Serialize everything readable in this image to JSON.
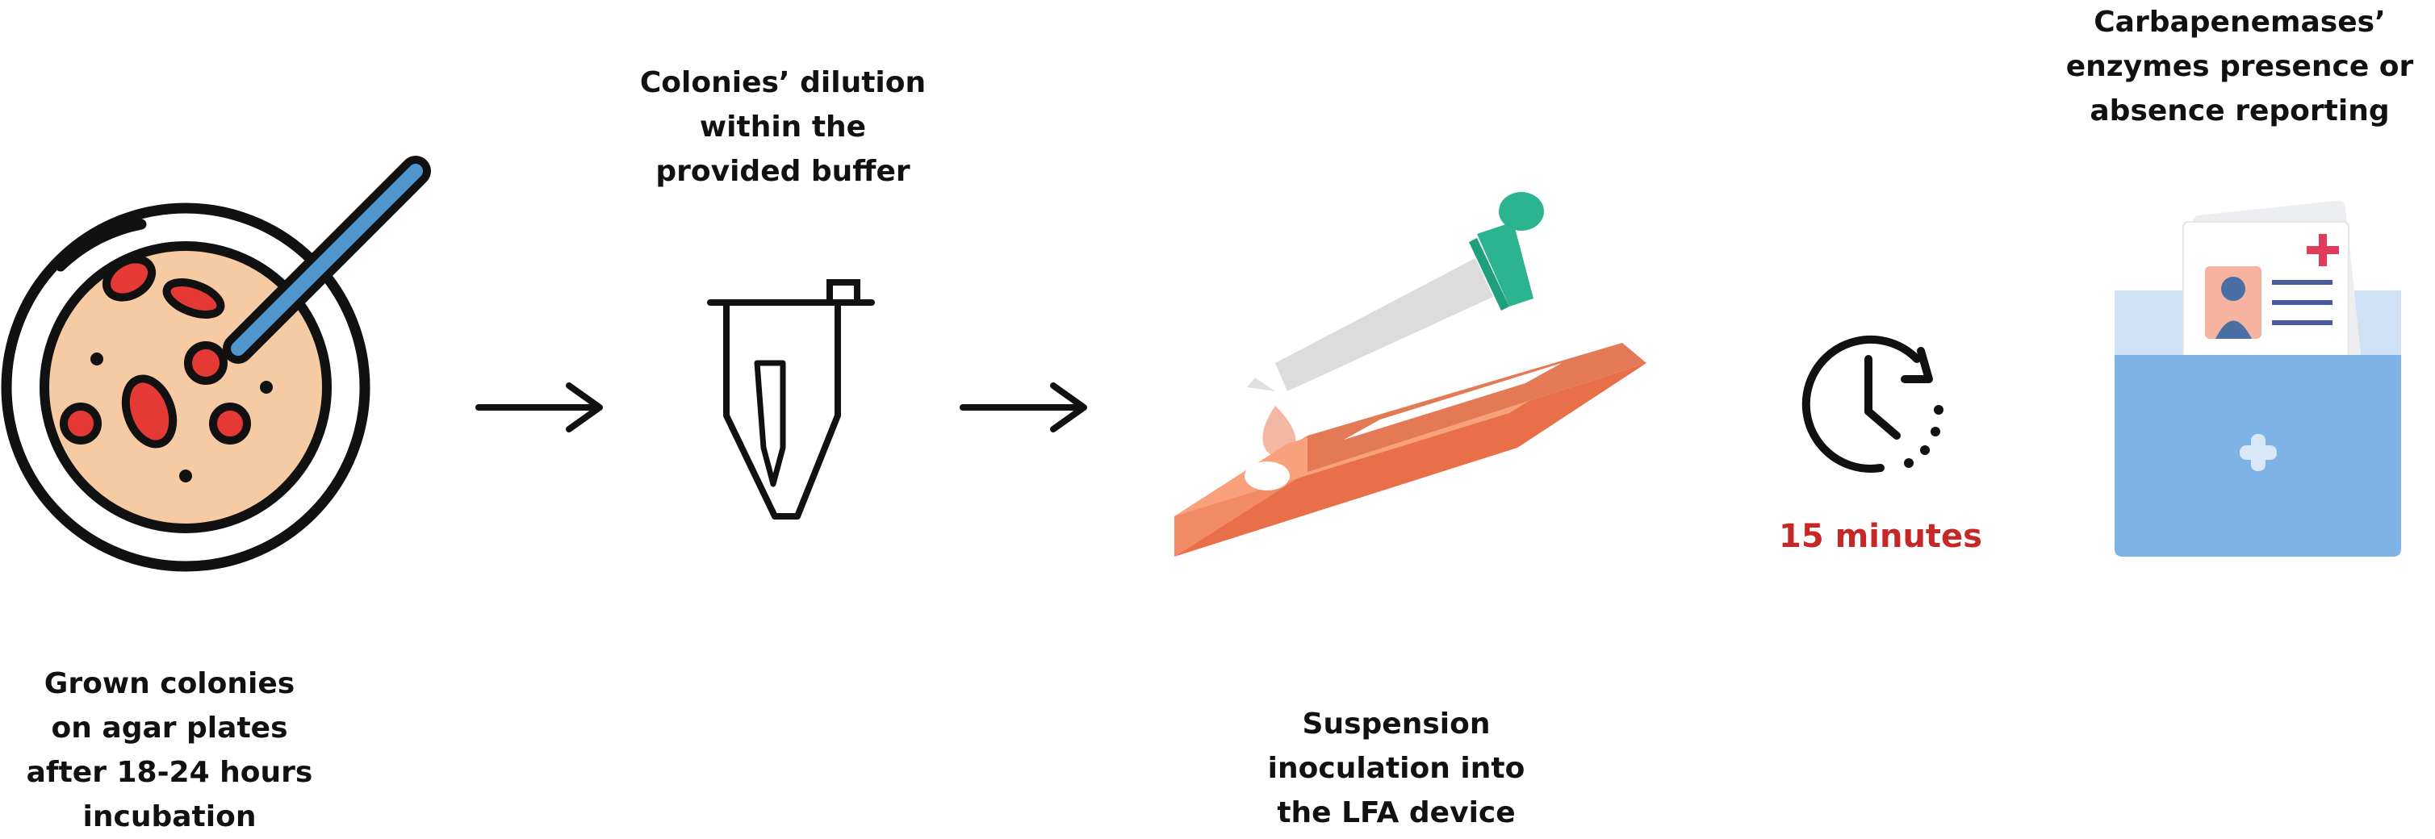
{
  "steps": [
    {
      "id": "agar-plate",
      "icon": "petri-dish-icon",
      "caption": [
        "Grown colonies",
        "on agar plates",
        "after 18-24 hours",
        "incubation"
      ]
    },
    {
      "id": "dilution",
      "icon": "microcentrifuge-tube-icon",
      "caption": [
        "Colonies’ dilution",
        "within the",
        "provided buffer"
      ]
    },
    {
      "id": "inoculation",
      "icon": "dropper-lfa-device-icon",
      "caption": [
        "Suspension",
        "inoculation into",
        "the LFA device"
      ]
    },
    {
      "id": "wait",
      "icon": "timer-icon",
      "caption": [
        "15 minutes"
      ]
    },
    {
      "id": "report",
      "icon": "medical-folder-icon",
      "caption": [
        "Carbapenemases’",
        "enzymes presence or",
        "absence reporting"
      ]
    }
  ],
  "colors": {
    "text": "#111111",
    "timer_text": "#c62828",
    "agar": "#f6cba4",
    "colony": "#e53935",
    "lfa_device": "#f28a65",
    "dropper_bulb": "#2bb48f",
    "folder": "#7fb2e5"
  }
}
